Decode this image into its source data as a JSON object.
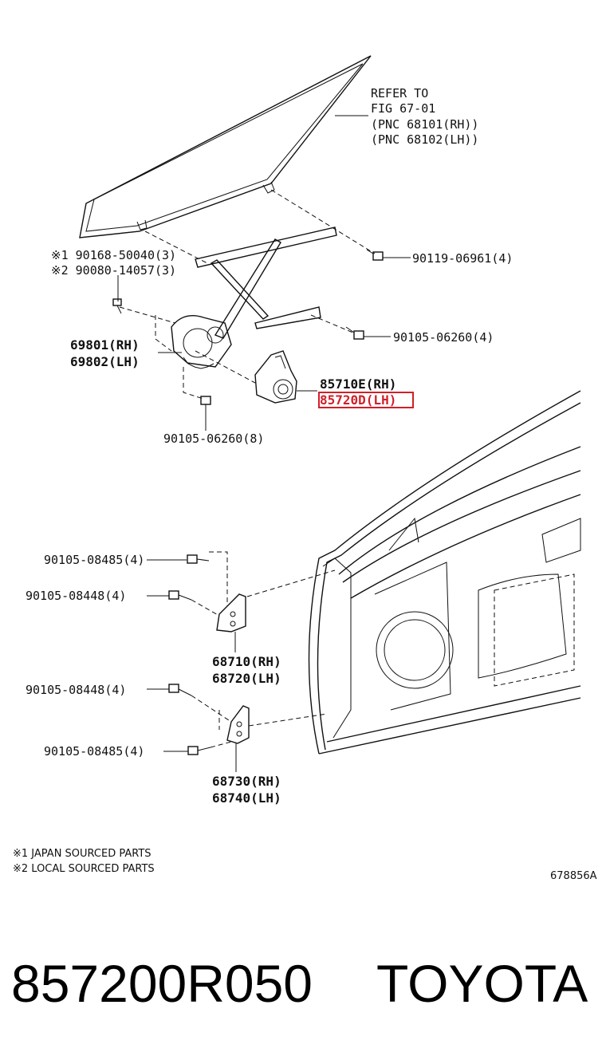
{
  "refer": {
    "line1": "REFER TO",
    "line2": "FIG 67-01",
    "line3": "(PNC 68101(RH))",
    "line4": "(PNC 68102(LH))"
  },
  "labels": {
    "bolt_japan": "※1 90168-50040(3)",
    "bolt_local": "※2 90080-14057(3)",
    "bolt_top_right": "90119-06961(4)",
    "bolt_mid_right": "90105-06260(4)",
    "regulator_rh": "69801(RH)",
    "regulator_lh": "69802(LH)",
    "motor_rh": "85710E(RH)",
    "motor_lh": "85720D(LH)",
    "bolt_regulator_bottom": "90105-06260(8)",
    "hinge_upper_bolt_a": "90105-08485(4)",
    "hinge_upper_bolt_b": "90105-08448(4)",
    "hinge_upper_rh": "68710(RH)",
    "hinge_upper_lh": "68720(LH)",
    "hinge_lower_bolt_a": "90105-08448(4)",
    "hinge_lower_bolt_b": "90105-08485(4)",
    "hinge_lower_rh": "68730(RH)",
    "hinge_lower_lh": "68740(LH)"
  },
  "notes": {
    "note1": "※1 JAPAN SOURCED PARTS",
    "note2": "※2 LOCAL SOURCED PARTS",
    "figure_id": "678856A"
  },
  "footer": {
    "part_number": "857200R050",
    "brand": "TOYOTA"
  },
  "highlight_color": "#d0202a"
}
